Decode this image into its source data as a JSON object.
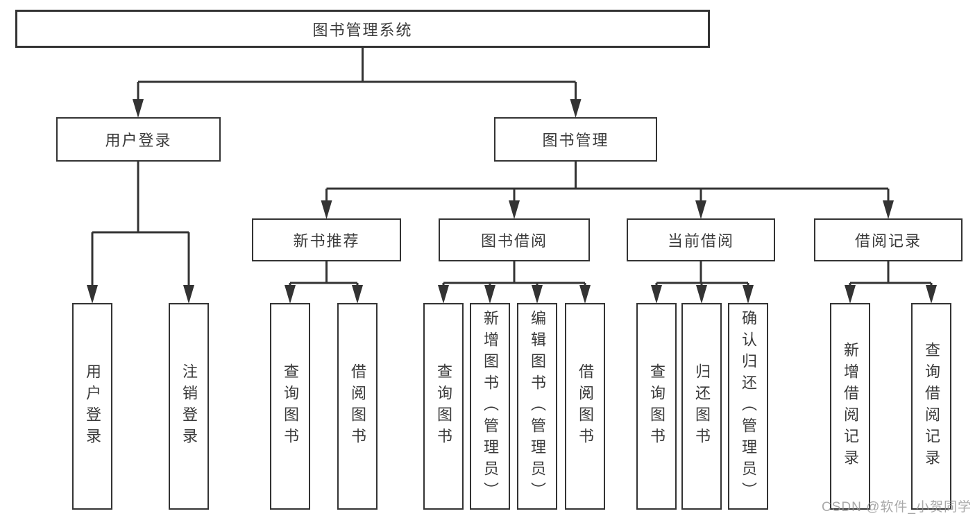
{
  "diagram": {
    "type": "hierarchy-tree",
    "root": "图书管理系统",
    "level2": [
      "用户登录",
      "图书管理"
    ],
    "level3": [
      "新书推荐",
      "图书借阅",
      "当前借阅",
      "借阅记录"
    ],
    "level4": {
      "user_login_children": [
        "用户登录",
        "注销登录"
      ],
      "new_book_children": [
        "查询图书",
        "借阅图书"
      ],
      "book_borrow_children": [
        "查询图书",
        "新增图书（管理员）",
        "编辑图书（管理员）",
        "借阅图书"
      ],
      "current_borrow_children": [
        "查询图书",
        "归还图书",
        "确认归还（管理员）"
      ],
      "borrow_record_children": [
        "新增借阅记录",
        "查询借阅记录"
      ]
    },
    "edges": [
      {
        "from": "图书管理系统",
        "to": [
          "用户登录",
          "图书管理"
        ]
      },
      {
        "from": "用户登录",
        "to": [
          "用户登录",
          "注销登录"
        ]
      },
      {
        "from": "图书管理",
        "to": [
          "新书推荐",
          "图书借阅",
          "当前借阅",
          "借阅记录"
        ]
      },
      {
        "from": "新书推荐",
        "to": [
          "查询图书",
          "借阅图书"
        ]
      },
      {
        "from": "图书借阅",
        "to": [
          "查询图书",
          "新增图书（管理员）",
          "编辑图书（管理员）",
          "借阅图书"
        ]
      },
      {
        "from": "当前借阅",
        "to": [
          "查询图书",
          "归还图书",
          "确认归还（管理员）"
        ]
      },
      {
        "from": "借阅记录",
        "to": [
          "新增借阅记录",
          "查询借阅记录"
        ]
      }
    ],
    "colors": {
      "line": "#333333",
      "box_border": "#333333",
      "text": "#3a3a3a",
      "background": "#ffffff",
      "watermark": "#949494"
    }
  },
  "watermark": "CSDN @软件_小贺同学"
}
